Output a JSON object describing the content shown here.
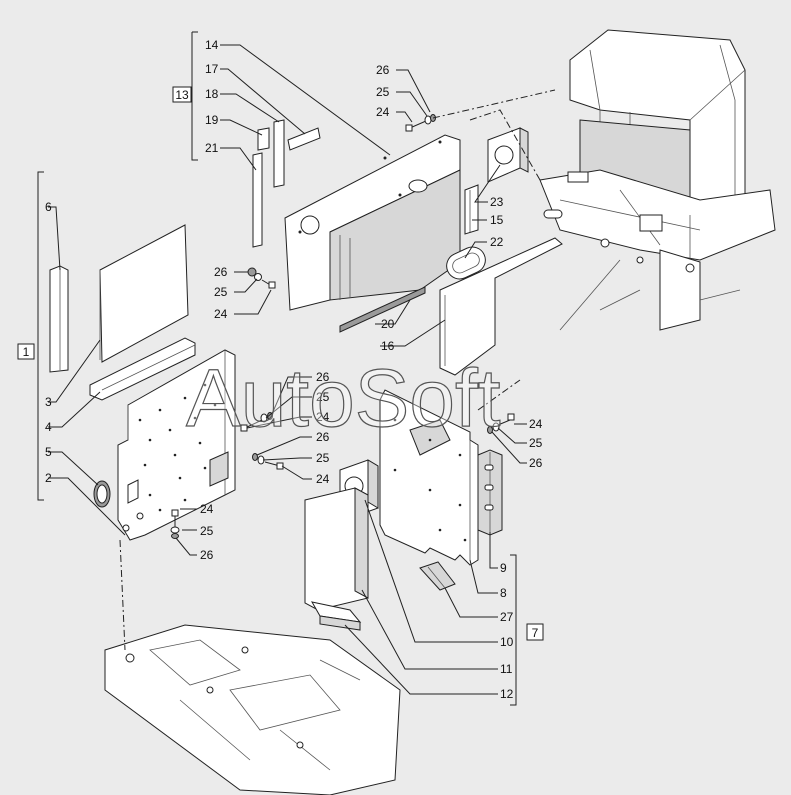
{
  "diagram": {
    "watermark": "AutoSoft",
    "group_boxes": [
      {
        "id": "group-13",
        "label": "13"
      },
      {
        "id": "group-1",
        "label": "1"
      },
      {
        "id": "group-7",
        "label": "7"
      }
    ],
    "callouts": [
      {
        "label": "14"
      },
      {
        "label": "17"
      },
      {
        "label": "18"
      },
      {
        "label": "19"
      },
      {
        "label": "21"
      },
      {
        "label": "26"
      },
      {
        "label": "25"
      },
      {
        "label": "24"
      },
      {
        "label": "23"
      },
      {
        "label": "15"
      },
      {
        "label": "22"
      },
      {
        "label": "26"
      },
      {
        "label": "25"
      },
      {
        "label": "24"
      },
      {
        "label": "20"
      },
      {
        "label": "16"
      },
      {
        "label": "6"
      },
      {
        "label": "3"
      },
      {
        "label": "4"
      },
      {
        "label": "5"
      },
      {
        "label": "2"
      },
      {
        "label": "26"
      },
      {
        "label": "25"
      },
      {
        "label": "24"
      },
      {
        "label": "26"
      },
      {
        "label": "25"
      },
      {
        "label": "24"
      },
      {
        "label": "24"
      },
      {
        "label": "25"
      },
      {
        "label": "26"
      },
      {
        "label": "24"
      },
      {
        "label": "25"
      },
      {
        "label": "26"
      },
      {
        "label": "9"
      },
      {
        "label": "8"
      },
      {
        "label": "27"
      },
      {
        "label": "10"
      },
      {
        "label": "11"
      },
      {
        "label": "12"
      }
    ]
  }
}
